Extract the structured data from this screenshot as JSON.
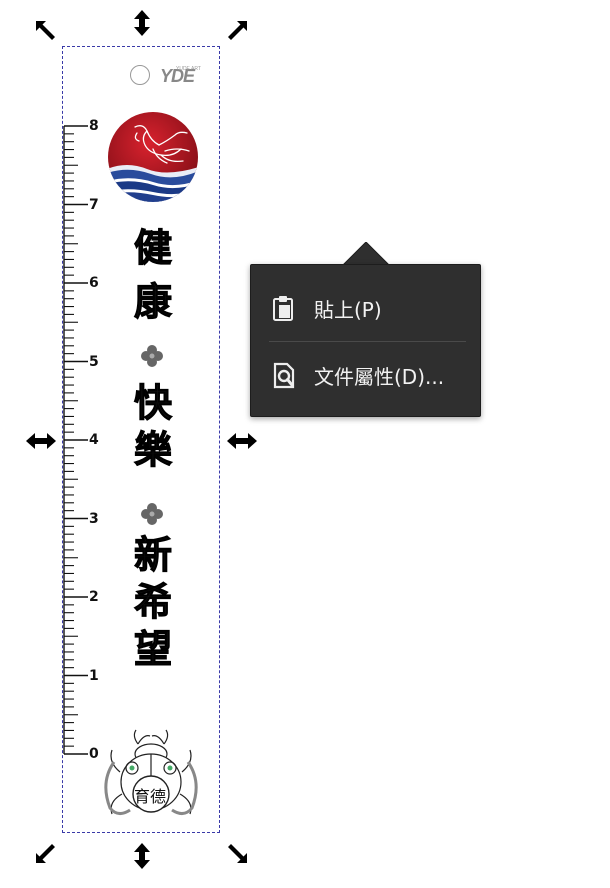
{
  "canvas": {
    "ruler": {
      "labels": [
        "8",
        "7",
        "6",
        "5",
        "4",
        "3",
        "2",
        "1",
        "0"
      ]
    },
    "bookmark": {
      "brand_logo": "YDE",
      "brand_tag": "YUDE ART",
      "slogan": [
        "健",
        "康",
        "快",
        "樂",
        "新",
        "希",
        "望"
      ],
      "mascot_text": "育德"
    }
  },
  "context_menu": {
    "items": [
      {
        "label": "貼上(P)",
        "icon": "paste-icon"
      },
      {
        "label": "文件屬性(D)...",
        "icon": "document-properties-icon"
      }
    ]
  },
  "colors": {
    "menu_bg": "#2f2f2f",
    "menu_text": "#f2f2f2",
    "selection_border": "#3a3aa8",
    "emblem_red": "#b01722",
    "emblem_blue": "#1f3d8a"
  }
}
